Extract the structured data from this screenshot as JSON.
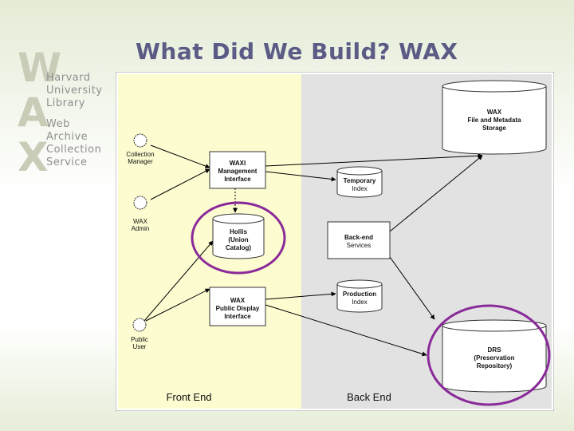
{
  "logo": {
    "letters": [
      "W",
      "A",
      "X"
    ],
    "lines": [
      "Harvard",
      "University",
      "Library",
      "Web",
      "Archive",
      "Collection",
      "Service"
    ]
  },
  "title": "What Did We Build? WAX",
  "diagram": {
    "sections": {
      "front": "Front End",
      "back": "Back End"
    },
    "actors": {
      "collection_manager": [
        "Collection",
        "Manager"
      ],
      "wax_admin": [
        "WAX",
        "Admin"
      ],
      "public_user": [
        "Public",
        "User"
      ]
    },
    "boxes": {
      "mgmt": [
        "WAXI",
        "Management",
        "Interface"
      ],
      "hollis": [
        "Hollis",
        "(Union",
        "Catalog)"
      ],
      "public_display": [
        "WAX",
        "Public Display",
        "Interface"
      ],
      "temp_index": [
        "Temporary",
        "Index"
      ],
      "backend_services": [
        "Back-end",
        "Services"
      ],
      "prod_index": [
        "Production",
        "Index"
      ],
      "storage": [
        "WAX",
        "File and Metadata",
        "Storage"
      ],
      "drs": [
        "DRS",
        "(Preservation",
        "Repository)"
      ]
    },
    "colors": {
      "front_bg": "#fcfcd0",
      "back_bg": "#e2e2e2",
      "highlight": "#8a2a9a",
      "title": "#5b5b86"
    }
  }
}
